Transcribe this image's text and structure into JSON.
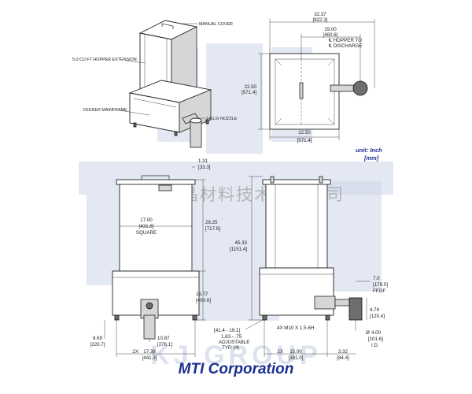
{
  "watermark": {
    "chinese_text": "合肥科晶材料技术有限公司",
    "group_text": "KJ GROUP"
  },
  "brand": {
    "text": "MTI Corporation"
  },
  "unit_note": {
    "line1": "unit: Inch",
    "line2": "[mm]"
  },
  "iso_view": {
    "callouts": {
      "manual_cover": "MANUAL COVER",
      "hopper_extension": "5.0 CU FT HOPPER EXTENSION",
      "feeder_mainframe": "FEEDER MAINFRAME",
      "helix_nozzle": "HELIX NOZZLE"
    }
  },
  "top_view": {
    "overall_width": {
      "inch": "32.37",
      "mm": "[822.3]"
    },
    "hopper_to_discharge": {
      "inch": "19.00",
      "mm": "[482.6]",
      "label_line1": "℄ HOPPER TO",
      "label_line2": "℄ DISCHARGE"
    },
    "depth": {
      "inch": "22.50",
      "mm": "[571.4]"
    },
    "width": {
      "inch": "22.50",
      "mm": "[571.4]"
    }
  },
  "front_view": {
    "top_offset": {
      "inch": "1.31",
      "mm": "[33.3]"
    },
    "hopper_square": {
      "inch": "17.00",
      "mm": "[431.8]",
      "label": "SQUARE"
    },
    "hopper_height": {
      "inch": "28.25",
      "mm": "[717.6]"
    },
    "base_height": {
      "inch": "15.77",
      "mm": "[400.6]"
    },
    "center_offset": {
      "inch": "10.87",
      "mm": "[276.1]"
    },
    "foot_height": {
      "inch": "8.69",
      "mm": "[220.7]"
    },
    "foot_spacing": {
      "prefix": "2X",
      "inch": "17.38",
      "mm": "[441.3]"
    }
  },
  "side_view": {
    "overall_height": {
      "inch": "45.33",
      "mm": "[1151.4]"
    },
    "ffof": {
      "inch": "7.0",
      "mm": "[179.0]",
      "label": "FFOF"
    },
    "outlet_height": {
      "inch": "4.74",
      "mm": "[120.4]"
    },
    "outlet_id": {
      "prefix": "Ø",
      "inch": "4.00",
      "mm": "[101.6]",
      "label": "I.D."
    },
    "adjustable": {
      "mm_range": "[41.4 - 19.1]",
      "inch_range": "1.63 - .75",
      "label": "ADJUSTABLE",
      "typ": "TYP. (4)"
    },
    "thread": {
      "label": "4X M10 X 1.5-6H"
    },
    "foot_spacing": {
      "prefix": "2X",
      "inch": "15.00",
      "mm": "[381.0]"
    },
    "outlet_offset": {
      "inch": "3.32",
      "mm": "[84.4]"
    }
  }
}
